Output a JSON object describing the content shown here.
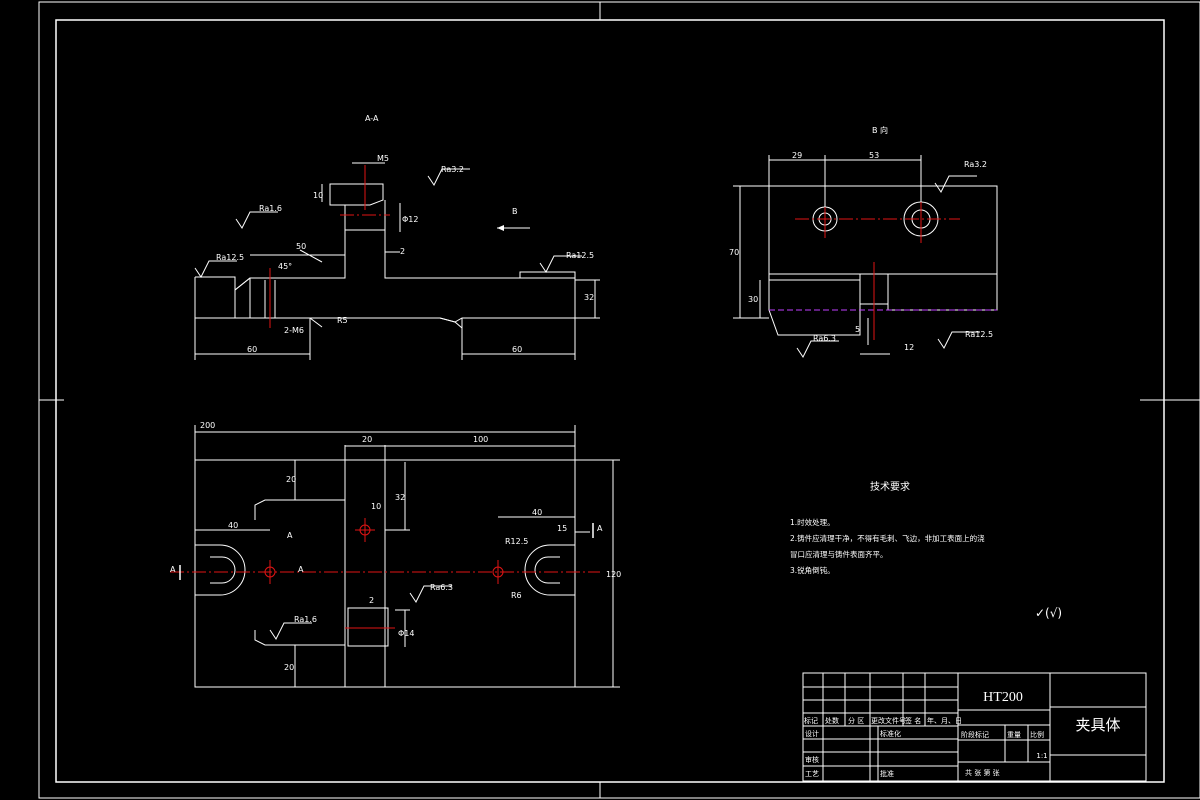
{
  "views": {
    "section_aa_label": "A-A",
    "view_b_label": "B 向",
    "arrow_b_label": "B"
  },
  "section_aa": {
    "dims": [
      "M5",
      "10",
      "Φ12",
      "2",
      "50",
      "45°",
      "R5",
      "2-M6",
      "60",
      "60",
      "32"
    ],
    "roughness": [
      "Ra1.6",
      "Ra12.5",
      "Ra12.5",
      "Ra3.2"
    ]
  },
  "view_b": {
    "dims": [
      "29",
      "53",
      "70",
      "30",
      "5",
      "12"
    ],
    "roughness": [
      "Ra3.2",
      "Ra6.3",
      "Ra12.5"
    ]
  },
  "plan_view": {
    "dims": [
      "200",
      "20",
      "100",
      "20",
      "10",
      "32",
      "40",
      "40",
      "15",
      "R12.5",
      "R6",
      "2",
      "Φ14",
      "20",
      "120"
    ],
    "roughness": [
      "Ra1.6",
      "Ra6.3"
    ],
    "section_markers": [
      "A",
      "A",
      "A",
      "A"
    ]
  },
  "tech_requirements": {
    "title": "技术要求",
    "items": [
      "1.时效处理。",
      "2.铸件应清理干净，不得有毛刺、飞边，非加工表面上的浇",
      "冒口应清理与铸件表面齐平。",
      "3.锐角倒钝。"
    ]
  },
  "other_roughness": "✓(√)",
  "title_block": {
    "material": "HT200",
    "part_name": "夹具体",
    "scale": "1:1",
    "row_labels": [
      "标记",
      "处数",
      "分 区",
      "更改文件号",
      "签 名",
      "年、月、日"
    ],
    "design": "设计",
    "standardize": "标准化",
    "review": "审核",
    "process": "工艺",
    "approve": "批准",
    "stage_mark": "阶段标记",
    "weight": "重量",
    "ratio": "比例",
    "sheets": "共   张  第   张"
  }
}
